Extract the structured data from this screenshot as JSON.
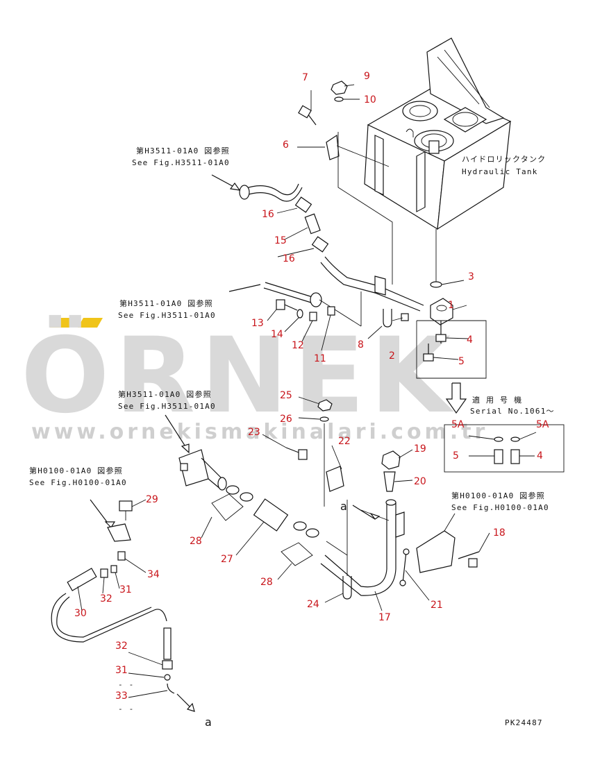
{
  "watermark": {
    "brand": "ÖRNEK",
    "url": "www.orneki̇smakinalari.com.tr",
    "accent_color": "#f0c419"
  },
  "tank": {
    "label_jp": "ハイドロリックタンク",
    "label_en": "Hydraulic Tank"
  },
  "references": {
    "ref_a_jp": "第H3511-01A0 図参照",
    "ref_a_en": "See Fig.H3511-01A0",
    "ref_b_jp": "第H3511-01A0 図参照",
    "ref_b_en": "See Fig.H3511-01A0",
    "ref_c_jp": "第H3511-01A0 図参照",
    "ref_c_en": "See Fig.H3511-01A0",
    "ref_d_jp": "第H0100-01A0 図参照",
    "ref_d_en": "See Fig.H0100-01A0",
    "ref_e_jp": "第H0100-01A0 図参照",
    "ref_e_en": "See Fig.H0100-01A0"
  },
  "serial_note": {
    "label_jp": "適 用 号 機",
    "label_en": "Serial No.1061～"
  },
  "connection_letter": "a",
  "drawing_code": "PK24487",
  "part_numbers": {
    "p1": "1",
    "p2": "2",
    "p3": "3",
    "p4": "4",
    "p5": "5",
    "p6": "6",
    "p7": "7",
    "p8": "8",
    "p9": "9",
    "p10": "10",
    "p11": "11",
    "p12": "12",
    "p13": "13",
    "p14": "14",
    "p15": "15",
    "p16": "16",
    "p17": "17",
    "p18": "18",
    "p19": "19",
    "p20": "20",
    "p21": "21",
    "p22": "22",
    "p23": "23",
    "p24": "24",
    "p25": "25",
    "p26": "26",
    "p27": "27",
    "p28": "28",
    "p29": "29",
    "p30": "30",
    "p31": "31",
    "p32": "32",
    "p33": "33",
    "p34": "34",
    "p5a": "5A"
  }
}
